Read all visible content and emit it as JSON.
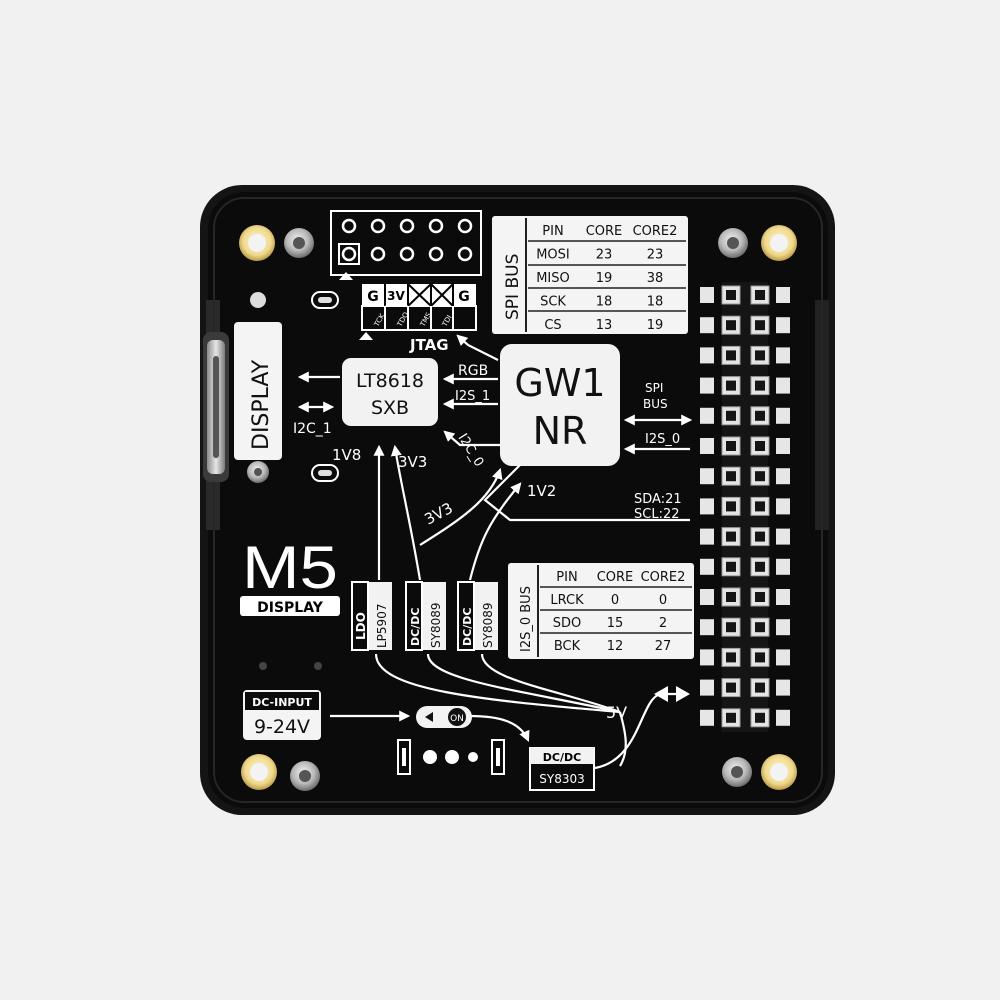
{
  "board": {
    "jtag": {
      "header_pins": [
        "G",
        "3V",
        "",
        "",
        "G"
      ],
      "pin_labels": [
        "TCK",
        "TDO",
        "TMS",
        "TDI"
      ],
      "label": "JTAG"
    },
    "spi_table": {
      "title": "SPI BUS",
      "headers": [
        "PIN",
        "CORE",
        "CORE2"
      ],
      "rows": [
        [
          "MOSI",
          "23",
          "23"
        ],
        [
          "MISO",
          "19",
          "38"
        ],
        [
          "SCK",
          "18",
          "18"
        ],
        [
          "CS",
          "13",
          "19"
        ]
      ]
    },
    "i2s_table": {
      "title": "I2S_0 BUS",
      "headers": [
        "PIN",
        "CORE",
        "CORE2"
      ],
      "rows": [
        [
          "LRCK",
          "0",
          "0"
        ],
        [
          "SDO",
          "15",
          "2"
        ],
        [
          "BCK",
          "12",
          "27"
        ]
      ]
    },
    "display_label": "DISPLAY",
    "chip_lt": [
      "LT8618",
      "SXB"
    ],
    "chip_gw": [
      "GW1",
      "NR"
    ],
    "signals": {
      "rgb": "RGB",
      "i2s_1": "I2S_1",
      "i2c_1": "I2C_1",
      "i2c_0": "I2C_0",
      "v1v8": "1V8",
      "v3v3a": "3V3",
      "v3v3b": "3V3",
      "v1v2": "1V2",
      "spi_bus_1": "SPI",
      "spi_bus_2": "BUS",
      "i2s_0": "I2S_0",
      "sda": "SDA:21",
      "scl": "SCL:22",
      "v5": "5V"
    },
    "regulators": [
      {
        "type": "LDO",
        "part": "LP5907"
      },
      {
        "type": "DC/DC",
        "part": "SY8089"
      },
      {
        "type": "DC/DC",
        "part": "SY8089"
      }
    ],
    "logo": {
      "brand": "M5",
      "product": "DISPLAY"
    },
    "dc_input": {
      "title": "DC-INPUT",
      "range": "9-24V"
    },
    "switch_label": "ON",
    "buck": {
      "type": "DC/DC",
      "part": "SY8303"
    }
  }
}
